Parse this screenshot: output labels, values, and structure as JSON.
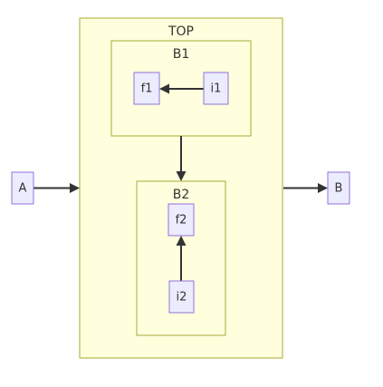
{
  "clusters": {
    "top": "TOP",
    "b1": "B1",
    "b2": "B2"
  },
  "nodes": {
    "a": "A",
    "b": "B",
    "f1": "f1",
    "i1": "i1",
    "f2": "f2",
    "i2": "i2"
  },
  "edges": [
    {
      "from": "A",
      "to": "TOP"
    },
    {
      "from": "TOP",
      "to": "B"
    },
    {
      "from": "i1",
      "to": "f1"
    },
    {
      "from": "B1",
      "to": "B2"
    },
    {
      "from": "i2",
      "to": "f2"
    }
  ],
  "colors": {
    "cluster_fill": "#ffffde",
    "cluster_stroke": "#aaaa33",
    "node_fill": "#ececff",
    "node_stroke": "#9370db",
    "edge": "#333333"
  }
}
